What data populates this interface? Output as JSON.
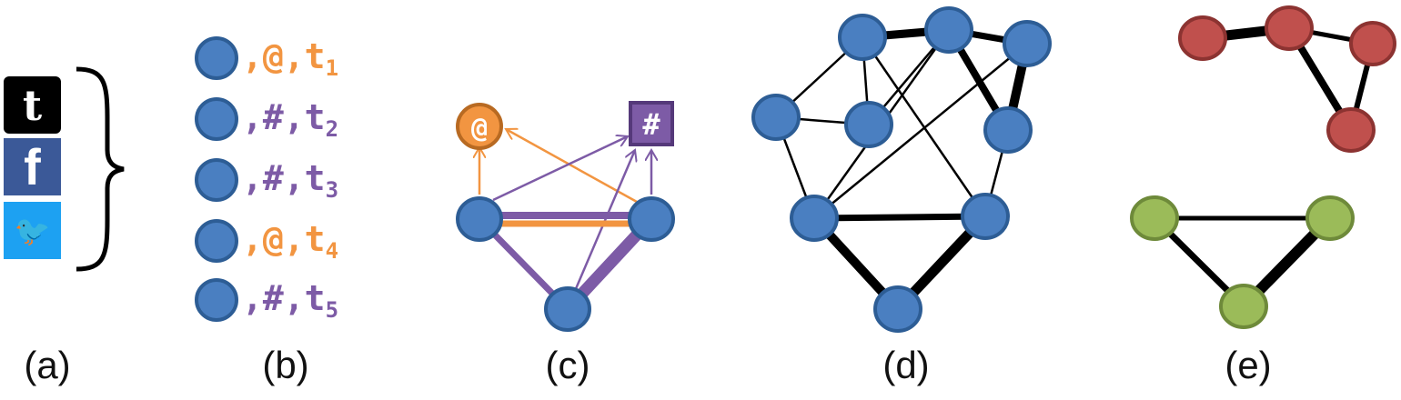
{
  "panels": {
    "a": {
      "caption": "(a)",
      "icons": [
        {
          "name": "tumblr-icon",
          "glyph": "t",
          "color": "#000000"
        },
        {
          "name": "facebook-icon",
          "glyph": "f",
          "color": "#3b5998"
        },
        {
          "name": "twitter-icon",
          "glyph": "🐦",
          "color": "#1da1f2"
        }
      ]
    },
    "b": {
      "caption": "(b)",
      "rows": [
        {
          "sep": ",",
          "tag": "@",
          "time": "t",
          "sub": "1",
          "kind": "mention"
        },
        {
          "sep": ",",
          "tag": "#",
          "time": "t",
          "sub": "2",
          "kind": "hashtag"
        },
        {
          "sep": ",",
          "tag": "#",
          "time": "t",
          "sub": "3",
          "kind": "hashtag"
        },
        {
          "sep": ",",
          "tag": "@",
          "time": "t",
          "sub": "4",
          "kind": "mention"
        },
        {
          "sep": ",",
          "tag": "#",
          "time": "t",
          "sub": "5",
          "kind": "hashtag"
        }
      ]
    },
    "c": {
      "caption": "(c)",
      "mention_label": "@",
      "hashtag_label": "#"
    },
    "d": {
      "caption": "(d)"
    },
    "e": {
      "caption": "(e)"
    }
  },
  "colors": {
    "node_fill": "#4a7fc1",
    "node_stroke": "#2d5d95",
    "mention": "#f29541",
    "hashtag": "#7d5ba6",
    "red_fill": "#c0504d",
    "red_stroke": "#8c3331",
    "green_fill": "#9bbb59",
    "green_stroke": "#6e8a3a",
    "edge": "#000000"
  }
}
